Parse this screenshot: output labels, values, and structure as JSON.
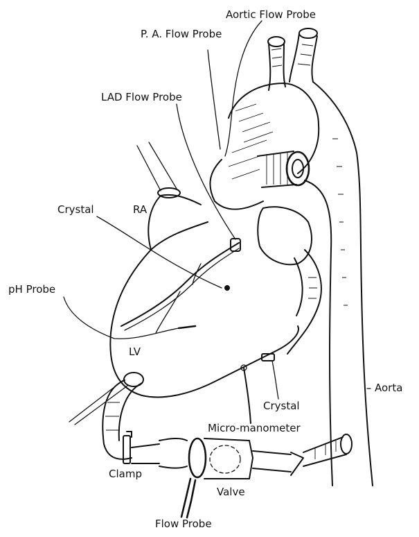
{
  "labels": {
    "aortic_flow_probe": "Aortic Flow Probe",
    "pa_flow_probe": "P. A. Flow Probe",
    "lad_flow_probe": "LAD Flow Probe",
    "crystal_left": "Crystal",
    "ra": "RA",
    "ph_probe": "pH Probe",
    "lv": "LV",
    "aorta": "Aorta",
    "crystal_right": "Crystal",
    "micro_manometer": "Micro-manometer",
    "clamp": "Clamp",
    "valve": "Valve",
    "flow_probe": "Flow Probe"
  },
  "colors": {
    "ink": "#111111",
    "background": "#ffffff"
  }
}
